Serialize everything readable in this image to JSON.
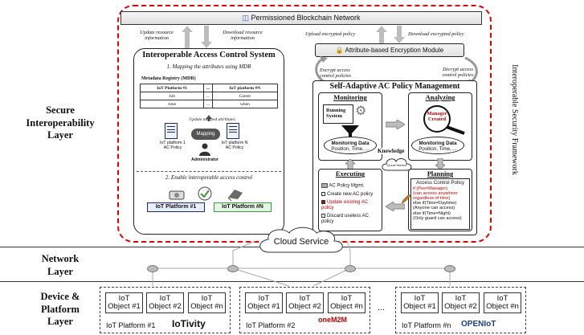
{
  "layers": {
    "secure": [
      "Secure",
      "Interoperability",
      "Layer"
    ],
    "network": [
      "Network",
      "Layer"
    ],
    "device": [
      "Device &",
      "Platform",
      "Layer"
    ]
  },
  "blockchain": "Permissioned Blockchain Network",
  "update_info": [
    "Update resource",
    "information"
  ],
  "download_info": [
    "Download resource",
    "information"
  ],
  "upload_policy": "Upload encrypted policy",
  "download_policy": "Download encrypted policy",
  "abe_module": "Attribute-based Encryption Module",
  "encrypt_ac": [
    "Encrypt access",
    "control policies"
  ],
  "decrypt_ac": [
    "Decrypt access",
    "control policies"
  ],
  "side_label": "Interoperable Security Framework",
  "iacs": {
    "title": "Interoperable Access Control System",
    "step1": "1. Mapping the attributes using MDR",
    "mdr_title": "Metadata Registry (MDR)",
    "table": {
      "headers": [
        "IoT Platform #1",
        "...",
        "IoT platform #N"
      ],
      "rows": [
        [
          "Job",
          "...",
          "Career"
        ],
        [
          "time",
          "...",
          "when"
        ]
      ]
    },
    "update_mapped": "Update mapped attributes",
    "mapping": "Mapping",
    "policy_left": [
      "IoT platform 1",
      "AC Policy"
    ],
    "policy_right": [
      "IoT platform N",
      "AC Policy"
    ],
    "administrator": "Administrator",
    "step2": "2. Enable interoperable access control",
    "platform1": "IoT Platform #1",
    "platformN": "IoT Platform #N"
  },
  "sapm": {
    "title": "Self-Adaptive AC Policy Management",
    "monitoring": "Monitoring",
    "running_system": [
      "Running",
      "System"
    ],
    "monitoring_data": [
      "Monitoring Data",
      "Position, Time, ..."
    ],
    "analyzing": "Analyzing",
    "manager_created": [
      "'Manager'",
      "Created"
    ],
    "knowledge": "Knowledge",
    "cloud_service_small": "Cloud Service",
    "executing": "Executing",
    "ac_mgmt": "AC Policy Mgmt.",
    "exec_items": [
      "Create new AC policy",
      "Update existing AC policy",
      "Discard useless AC policy"
    ],
    "planning": "Planning",
    "acp": {
      "title": "Access Control Policy",
      "lines_red": [
        "if (Pos=Manager)",
        "{can access anywhere",
        "regardless of time}"
      ],
      "lines": [
        "else if(Time=Daytime)",
        "(Anyone can access)",
        "else if(Time=Night)",
        "(Only guard can access)"
      ]
    }
  },
  "cloud_service": "Cloud Service",
  "platforms": [
    {
      "objects": [
        [
          "IoT",
          "Object #1"
        ],
        [
          "IoT",
          "Object #2"
        ],
        [
          "IoT",
          "Object #n"
        ]
      ],
      "label": "IoT Platform #1",
      "logo": "IoTivity"
    },
    {
      "objects": [
        [
          "IoT",
          "Object #1"
        ],
        [
          "IoT",
          "Object #2"
        ],
        [
          "IoT",
          "Object #n"
        ]
      ],
      "label": "IoT Platform #2",
      "logo": "oneM2M"
    },
    {
      "objects": [
        [
          "IoT",
          "Object #1"
        ],
        [
          "IoT",
          "Object #2"
        ],
        [
          "IoT",
          "Object #n"
        ]
      ],
      "label": "IoT Platform #n",
      "logo": "OPENIoT"
    }
  ],
  "ellipsis": "...",
  "colors": {
    "red_border": "#e00000",
    "green_badge": "#3b9b3b",
    "navy": "#1a2a6c"
  }
}
